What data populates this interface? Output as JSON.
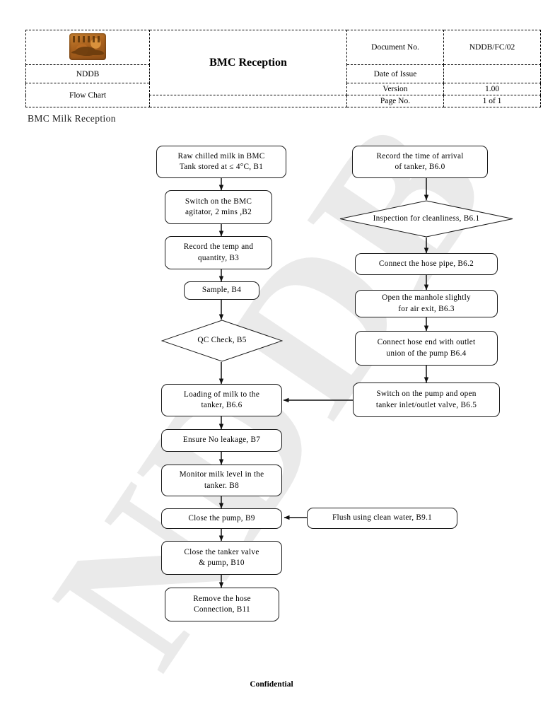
{
  "header": {
    "org_name": "NDDB",
    "doc_type": "Flow Chart",
    "title": "BMC Reception",
    "logo_icon": "nddb-seal-logo",
    "fields": [
      {
        "label": "Document No.",
        "value": "NDDB/FC/02"
      },
      {
        "label": "Date of Issue",
        "value": ""
      },
      {
        "label": "Version",
        "value": "1.00"
      },
      {
        "label": "Page No.",
        "value": "1 of 1"
      }
    ]
  },
  "subheading": "BMC Milk Reception",
  "footer": {
    "text": "Confidential"
  },
  "watermark": {
    "text": "NDDB",
    "color": "#eaeaea"
  },
  "flowchart": {
    "left_column": [
      {
        "id": "B1",
        "shape": "process",
        "text_line1": "Raw chilled milk in BMC",
        "text_line2": "Tank stored at ≤ 4°C, B1"
      },
      {
        "id": "B2",
        "shape": "process",
        "text_line1": "Switch on the BMC",
        "text_line2": "agitator, 2 mins ,B2"
      },
      {
        "id": "B3",
        "shape": "process",
        "text_line1": "Record the temp and",
        "text_line2": "quantity, B3"
      },
      {
        "id": "B4",
        "shape": "process",
        "text_line1": "Sample, B4",
        "text_line2": ""
      },
      {
        "id": "B5",
        "shape": "decision",
        "text_line1": "QC Check,",
        "text_line2": "B5"
      },
      {
        "id": "B6.6",
        "shape": "process",
        "text_line1": "Loading of milk to the",
        "text_line2": "tanker, B6.6"
      },
      {
        "id": "B7",
        "shape": "process",
        "text_line1": "Ensure No leakage, B7",
        "text_line2": ""
      },
      {
        "id": "B8",
        "shape": "process",
        "text_line1": "Monitor milk level in the",
        "text_line2": "tanker. B8"
      },
      {
        "id": "B9",
        "shape": "process",
        "text_line1": "Close the pump, B9",
        "text_line2": ""
      },
      {
        "id": "B10",
        "shape": "process",
        "text_line1": "Close the tanker valve",
        "text_line2": "& pump, B10"
      },
      {
        "id": "B11",
        "shape": "process",
        "text_line1": "Remove the hose",
        "text_line2": "Connection, B11"
      }
    ],
    "right_column": [
      {
        "id": "B6.0",
        "shape": "process",
        "text_line1": "Record the time of arrival",
        "text_line2": "of tanker, B6.0"
      },
      {
        "id": "B6.1",
        "shape": "decision",
        "text_line1": "Inspection for",
        "text_line2": "cleanliness, B6.1"
      },
      {
        "id": "B6.2",
        "shape": "process",
        "text_line1": "Connect the hose pipe, B6.2",
        "text_line2": ""
      },
      {
        "id": "B6.3",
        "shape": "process",
        "text_line1": "Open the manhole slightly",
        "text_line2": "for air exit, B6.3"
      },
      {
        "id": "B6.4",
        "shape": "process",
        "text_line1": "Connect hose end with outlet",
        "text_line2": "union of the pump B6.4"
      },
      {
        "id": "B6.5",
        "shape": "process",
        "text_line1": "Switch on the pump and open",
        "text_line2": "tanker inlet/outlet valve, B6.5"
      }
    ],
    "side_nodes": [
      {
        "id": "B9.1",
        "shape": "process",
        "text_line1": "Flush using clean water, B9.1",
        "text_line2": ""
      }
    ]
  }
}
